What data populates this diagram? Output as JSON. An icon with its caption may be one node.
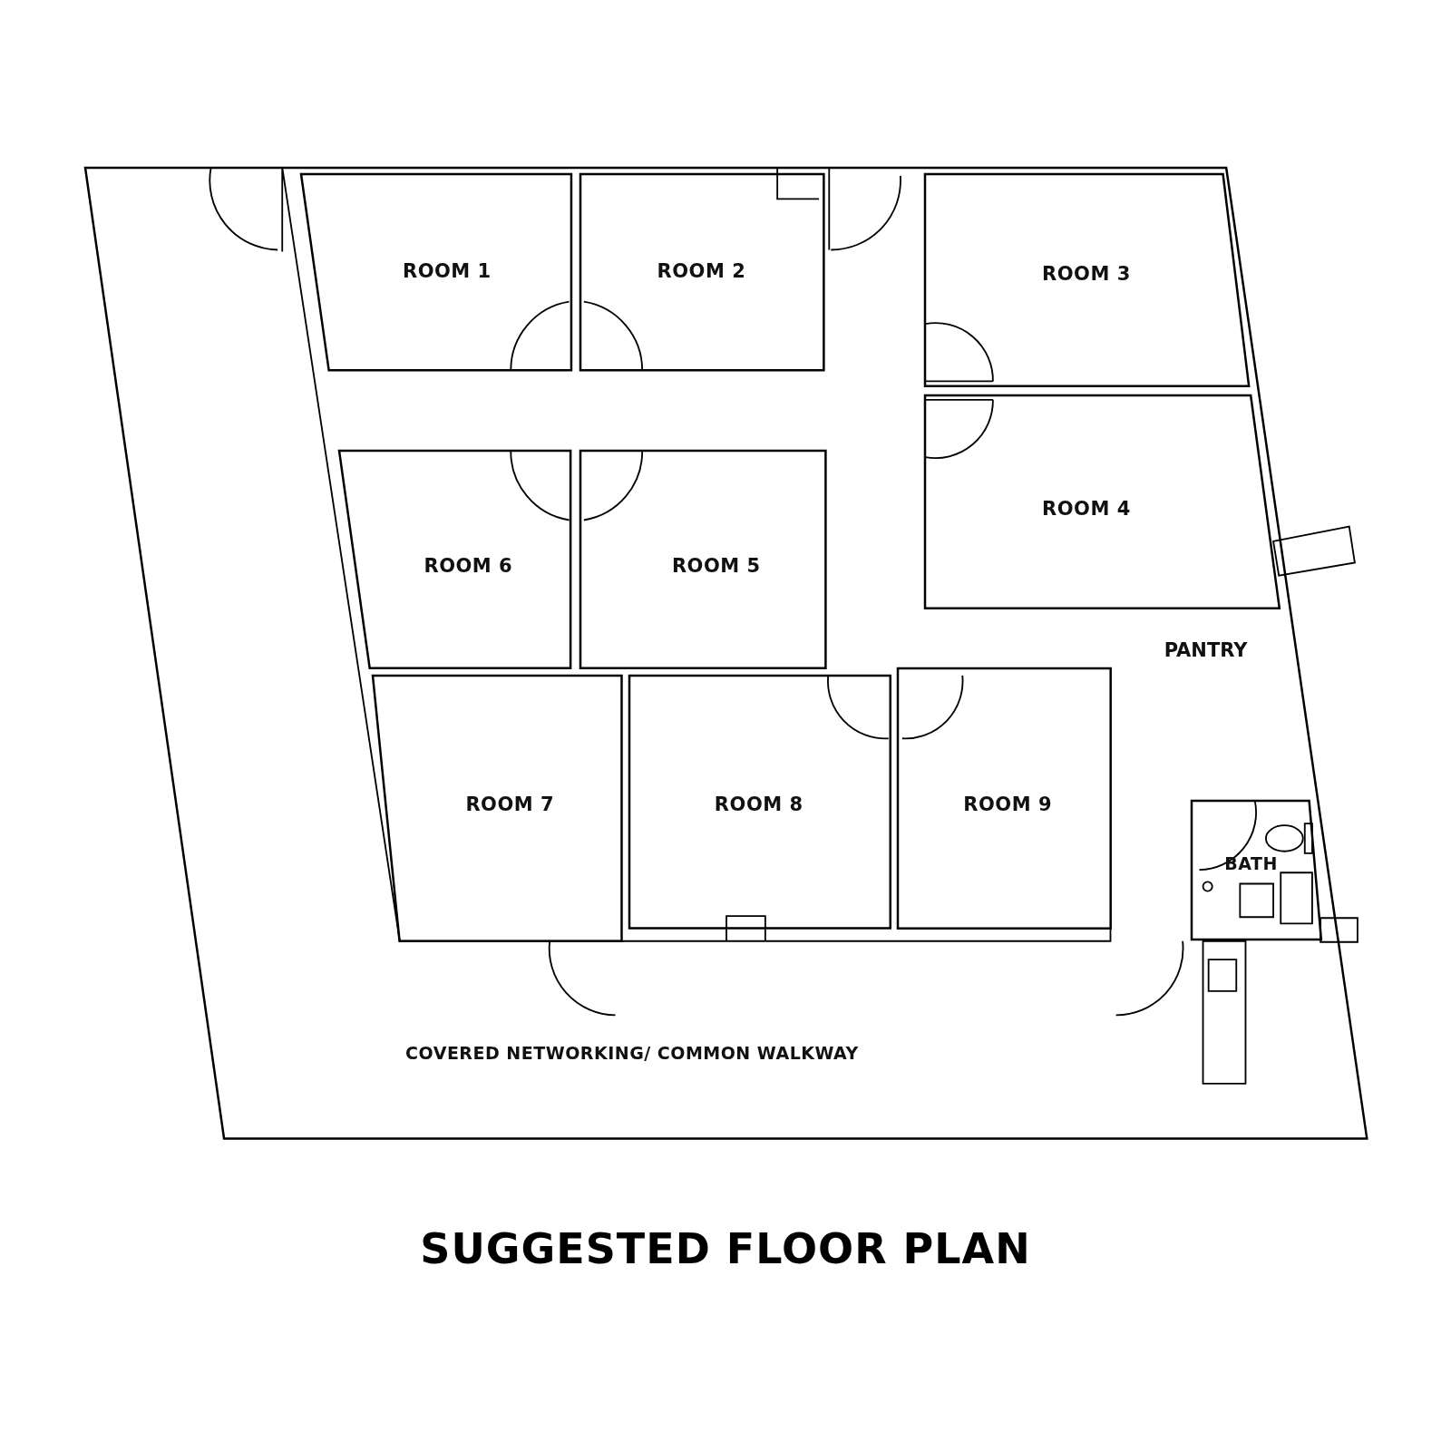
{
  "diagram": {
    "title": "SUGGESTED FLOOR PLAN",
    "nodes": [
      {
        "text": [
          "COVERED NETWORKING/ COMMON WALKWAY"
        ]
      },
      {
        "text": [
          "ROOM 1"
        ],
        "in": 0
      },
      {
        "text": [
          "ROOM 2"
        ],
        "in": 0
      },
      {
        "text": [
          "ROOM 3"
        ],
        "in": 0
      },
      {
        "text": [
          "ROOM 4"
        ],
        "in": 0
      },
      {
        "text": [
          "ROOM 6"
        ],
        "in": 0
      },
      {
        "text": [
          "ROOM 5"
        ],
        "in": 0
      },
      {
        "text": [
          "ROOM 7"
        ],
        "in": 0
      },
      {
        "text": [
          "ROOM 8"
        ],
        "in": 0
      },
      {
        "text": [
          "ROOM 9"
        ],
        "in": 0
      },
      {
        "text": [
          "BATH"
        ],
        "in": 0
      }
    ],
    "labels": [
      "PANTRY"
    ]
  }
}
